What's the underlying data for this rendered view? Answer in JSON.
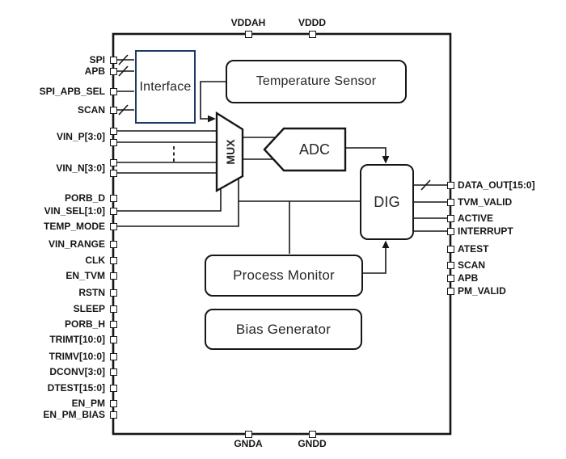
{
  "chip": {
    "top_pins": [
      "VDDAH",
      "VDDD"
    ],
    "bottom_pins": [
      "GNDA",
      "GNDD"
    ],
    "left_pins": [
      "SPI",
      "APB",
      "SPI_APB_SEL",
      "SCAN",
      "VIN_P[3:0]",
      "VIN_N[3:0]",
      "PORB_D",
      "VIN_SEL[1:0]",
      "TEMP_MODE",
      "VIN_RANGE",
      "CLK",
      "EN_TVM",
      "RSTN",
      "SLEEP",
      "PORB_H",
      "TRIMT[10:0]",
      "TRIMV[10:0]",
      "DCONV[3:0]",
      "DTEST[15:0]",
      "EN_PM",
      "EN_PM_BIAS"
    ],
    "right_pins": [
      "DATA_OUT[15:0]",
      "TVM_VALID",
      "ACTIVE",
      "INTERRUPT",
      "ATEST",
      "SCAN",
      "APB",
      "PM_VALID"
    ],
    "bus_marked_pins": [
      "SPI",
      "APB",
      "SCAN",
      "DATA_OUT[15:0]"
    ],
    "blocks": {
      "interface": "Interface",
      "temperature_sensor": "Temperature Sensor",
      "mux": "MUX",
      "adc": "ADC",
      "dig": "DIG",
      "process_monitor": "Process Monitor",
      "bias_generator": "Bias Generator"
    },
    "colors": {
      "line": "#161616",
      "interface_border": "#1f3864",
      "background": "#ffffff"
    }
  }
}
